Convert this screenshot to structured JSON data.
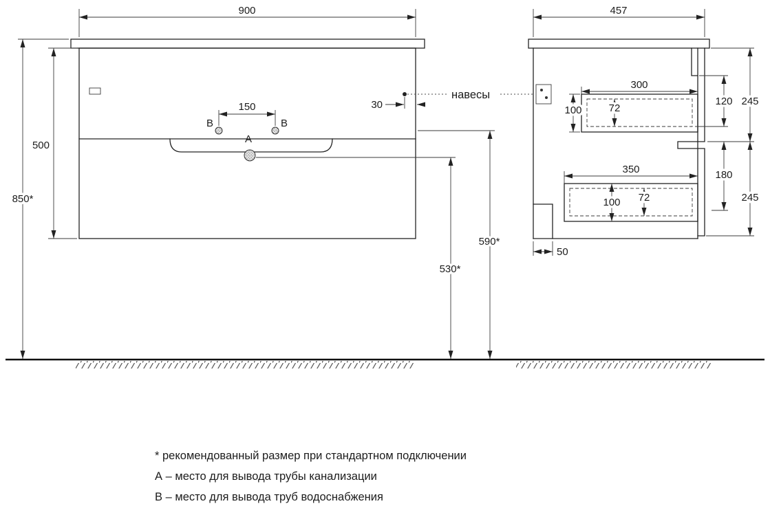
{
  "front_view": {
    "width": "900",
    "height": "500",
    "install_height": "850*",
    "faucet_holes_spacing": "150",
    "hanger_offset": "30",
    "water_supply_height": "590*",
    "drain_height": "530*",
    "label_a": "А",
    "label_b": "В"
  },
  "side_view": {
    "depth": "457",
    "top_drawer": {
      "inner_depth": "300",
      "top_offset": "120",
      "front_height": "245",
      "box_height": "100",
      "box_inner_height": "72"
    },
    "bottom_drawer": {
      "inner_depth": "350",
      "mid_offset": "180",
      "front_height": "245",
      "box_height": "100",
      "box_inner_height": "72"
    },
    "back_bottom_recess": "50"
  },
  "callouts": {
    "hangers": "навесы"
  },
  "footnotes": [
    "* рекомендованный размер при стандартном подключении",
    "А – место для вывода трубы канализации",
    "В – место для вывода труб водоснабжения"
  ]
}
